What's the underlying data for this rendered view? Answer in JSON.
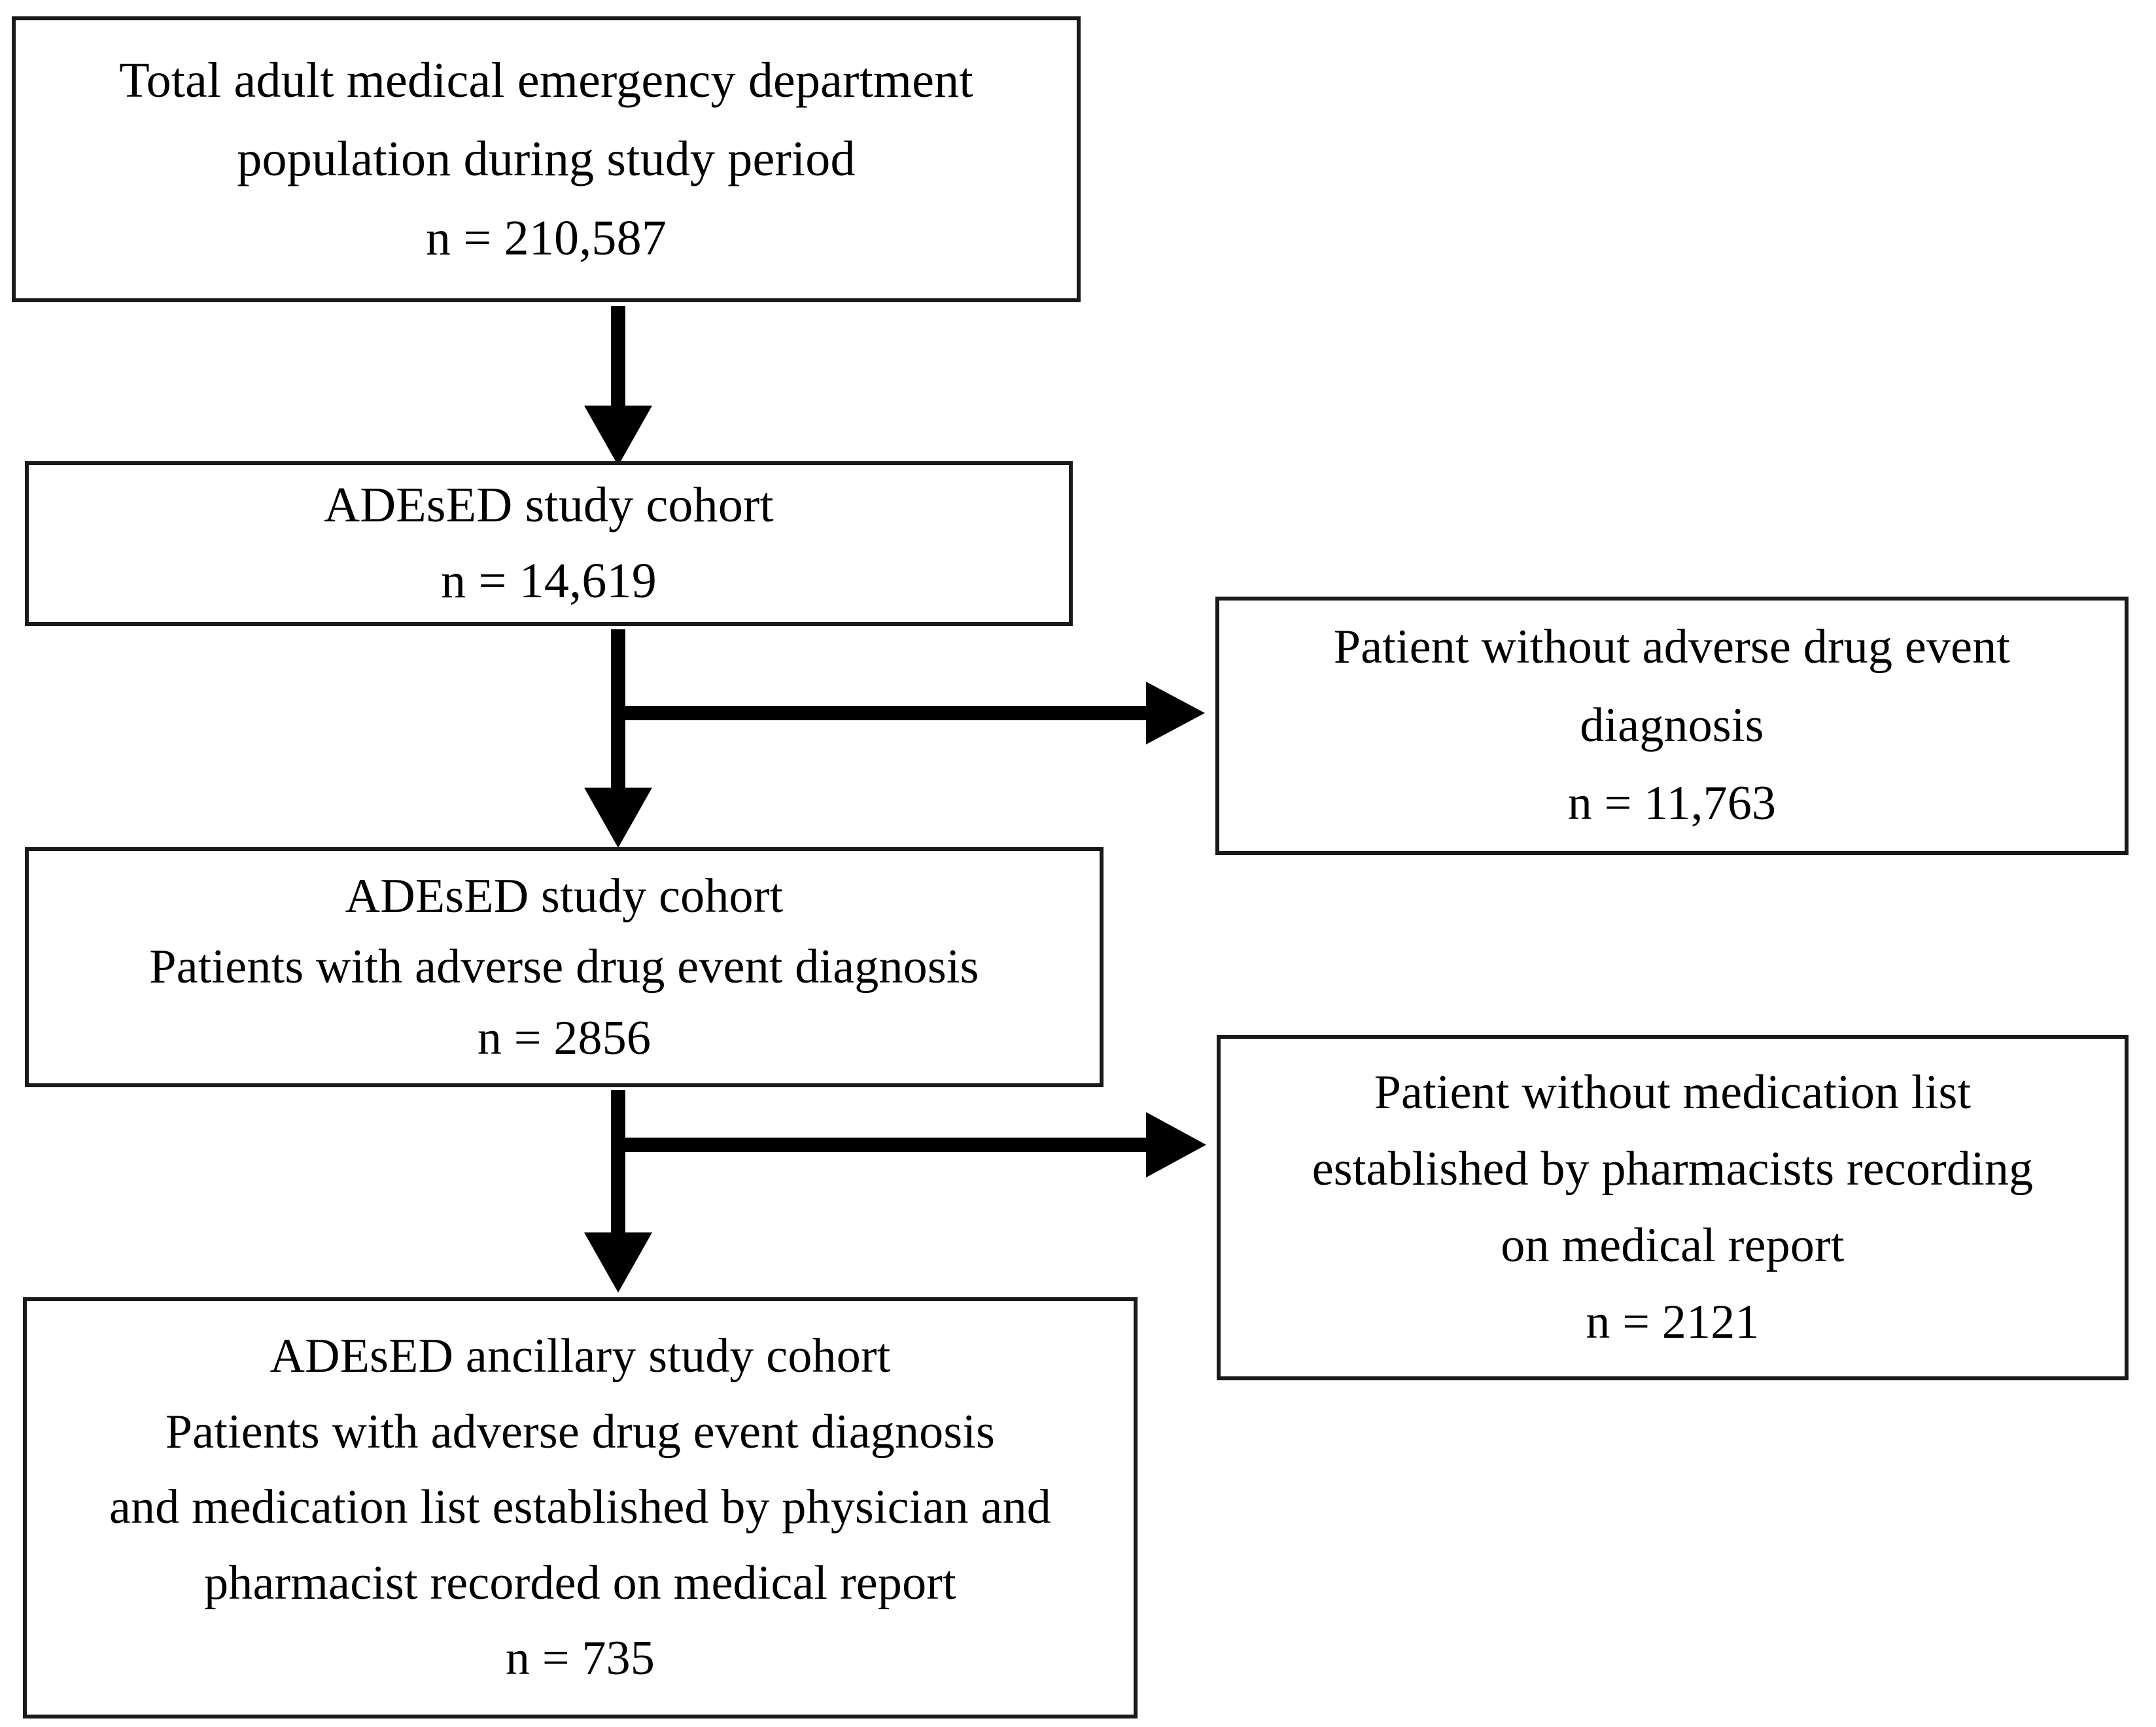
{
  "diagram": {
    "type": "flowchart",
    "title": "Study population flow diagram",
    "orientation": "top-to-bottom with right-side exclusion branches",
    "nodes": [
      {
        "id": "total-population",
        "column": "main",
        "lines": [
          "Total adult medical emergency department",
          "population during study period",
          "n = 210,587"
        ],
        "count_label": "n = 210,587",
        "count_value": 210587
      },
      {
        "id": "cohort-all",
        "column": "main",
        "lines": [
          "ADEsED study cohort",
          "n = 14,619"
        ],
        "count_label": "n = 14,619",
        "count_value": 14619
      },
      {
        "id": "cohort-ade",
        "column": "main",
        "lines": [
          "ADEsED study cohort",
          "Patients with adverse drug event diagnosis",
          "n = 2856"
        ],
        "count_label": "n = 2856",
        "count_value": 2856
      },
      {
        "id": "cohort-ancillary",
        "column": "main",
        "lines": [
          "ADEsED ancillary study cohort",
          "Patients with adverse drug event diagnosis",
          "and medication list established by physician and",
          "pharmacist recorded on medical report",
          "n = 735"
        ],
        "count_label": "n = 735",
        "count_value": 735
      },
      {
        "id": "excluded-no-ade",
        "column": "exclusion",
        "lines": [
          "Patient without adverse drug event",
          "diagnosis",
          "n = 11,763"
        ],
        "count_label": "n = 11,763",
        "count_value": 11763
      },
      {
        "id": "excluded-no-list",
        "column": "exclusion",
        "lines": [
          "Patient without medication list",
          "established by pharmacists recording",
          "on medical report",
          "n = 2121"
        ],
        "count_label": "n = 2121",
        "count_value": 2121
      }
    ],
    "edges": [
      {
        "id": "edge-total-to-cohort-all",
        "from": "total-population",
        "to": "cohort-all",
        "direction": "down",
        "label": ""
      },
      {
        "id": "edge-cohort-all-to-cohort-ade",
        "from": "cohort-all",
        "to": "cohort-ade",
        "direction": "down",
        "label": ""
      },
      {
        "id": "edge-cohort-all-to-excluded-no-ade",
        "from": "cohort-all",
        "to": "excluded-no-ade",
        "direction": "right",
        "label": ""
      },
      {
        "id": "edge-cohort-ade-to-cohort-ancillary",
        "from": "cohort-ade",
        "to": "cohort-ancillary",
        "direction": "down",
        "label": ""
      },
      {
        "id": "edge-cohort-ade-to-excluded-no-list",
        "from": "cohort-ade",
        "to": "excluded-no-list",
        "direction": "right",
        "label": ""
      }
    ],
    "colors": {
      "background": "#ffffff",
      "box_border": "#1a1a1a",
      "text": "#000000",
      "arrow": "#000000"
    }
  }
}
